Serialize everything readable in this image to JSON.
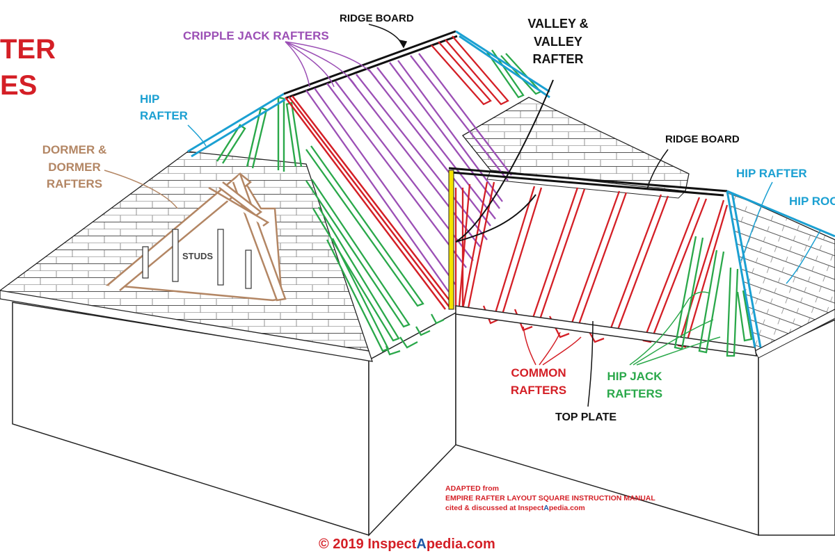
{
  "colors": {
    "red": "#d41f26",
    "blue": "#1ba0d2",
    "purple": "#9b4fb5",
    "green": "#2aa84a",
    "tan": "#b38664",
    "black": "#111111",
    "yellow": "#f5e400",
    "brand_blue": "#1d57a6"
  },
  "header": {
    "title_line1": "TER",
    "title_line2": "ES"
  },
  "labels": {
    "ridge_board_top": "RIDGE BOARD",
    "cripple_jack_rafters": "CRIPPLE JACK RAFTERS",
    "valley_line1": "VALLEY &",
    "valley_line2": "VALLEY",
    "valley_line3": "RAFTER",
    "hip_rafter_left_line1": "HIP",
    "hip_rafter_left_line2": "RAFTER",
    "dormer_line1": "DORMER &",
    "dormer_line2": "DORMER",
    "dormer_line3": "RAFTERS",
    "studs": "STUDS",
    "ridge_board_right": "RIDGE BOARD",
    "hip_rafter_right": "HIP RAFTER",
    "hip_roof_partial": "HIP ROO",
    "common_rafters_line1": "COMMON",
    "common_rafters_line2": "RAFTERS",
    "hip_jack_rafters_line1": "HIP JACK",
    "hip_jack_rafters_line2": "RAFTERS",
    "top_plate": "TOP PLATE"
  },
  "credits": {
    "adapted_line1": "ADAPTED from",
    "adapted_line2": "EMPIRE RAFTER LAYOUT SQUARE INSTRUCTION MANUAL",
    "cited_prefix": "cited & discussed at Inspect",
    "cited_highlight": "A",
    "cited_suffix": "pedia.com",
    "copyright_prefix": "© 2019 Inspect",
    "copyright_highlight": "A",
    "copyright_suffix": "pedia.com"
  }
}
